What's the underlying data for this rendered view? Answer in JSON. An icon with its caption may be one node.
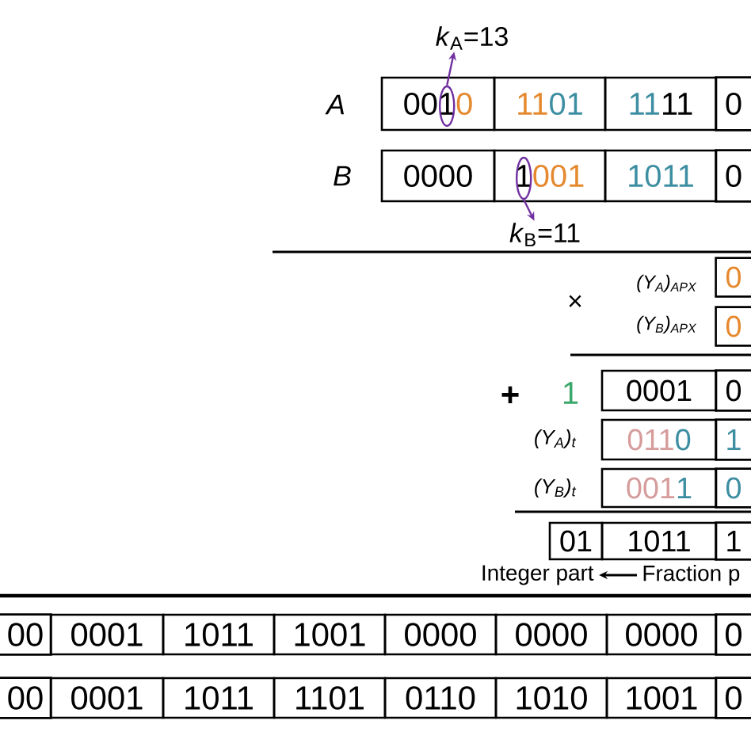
{
  "diagram": {
    "nodes": [
      {
        "text": [
          "*k*$_{A}$=13"
        ]
      },
      {
        "text": [
          "0010"
        ]
      },
      {
        "text": [],
        "shape": "ellipse",
        "in": 1
      },
      {
        "text": [
          "1101"
        ]
      },
      {
        "text": [
          "1111"
        ]
      },
      {
        "text": [
          "0"
        ]
      },
      {
        "text": [
          "0000"
        ]
      },
      {
        "text": [
          "1001"
        ]
      },
      {
        "text": [],
        "shape": "ellipse",
        "in": 7
      },
      {
        "text": [
          "1011"
        ]
      },
      {
        "text": [
          "0"
        ]
      },
      {
        "text": [
          "*k*$_{B}$=11"
        ]
      },
      {
        "text": [
          "0"
        ]
      },
      {
        "text": [
          "0"
        ]
      },
      {
        "text": [
          "0001"
        ]
      },
      {
        "text": [
          "0"
        ]
      },
      {
        "text": [
          "0110"
        ]
      },
      {
        "text": [
          "1"
        ]
      },
      {
        "text": [
          "0011"
        ]
      },
      {
        "text": [
          "0"
        ]
      },
      {
        "text": [
          "01"
        ]
      },
      {
        "text": [
          "1011"
        ]
      },
      {
        "text": [
          "1"
        ]
      },
      {
        "text": [
          "Integer part"
        ]
      },
      {
        "text": [
          "Fraction p"
        ]
      },
      {
        "text": [
          "00"
        ]
      },
      {
        "text": [
          "0001"
        ]
      },
      {
        "text": [
          "1011"
        ]
      },
      {
        "text": [
          "1001"
        ]
      },
      {
        "text": [
          "0000"
        ]
      },
      {
        "text": [
          "0000"
        ]
      },
      {
        "text": [
          "0000"
        ]
      },
      {
        "text": [
          "0"
        ]
      },
      {
        "text": [
          "00"
        ]
      },
      {
        "text": [
          "0001"
        ]
      },
      {
        "text": [
          "1011"
        ]
      },
      {
        "text": [
          "1101"
        ]
      },
      {
        "text": [
          "0110"
        ]
      },
      {
        "text": [
          "1010"
        ]
      },
      {
        "text": [
          "1001"
        ]
      },
      {
        "text": [
          "0"
        ]
      }
    ],
    "edges": [
      {
        "from": 2,
        "to": 0,
        "arrow": "to",
        "color": "#7030a0"
      },
      {
        "from": 8,
        "to": 11,
        "arrow": "to",
        "color": "#7030a0"
      },
      {
        "from": 24,
        "to": 23,
        "arrow": "to",
        "color": "#000000"
      }
    ],
    "labels": [
      "A",
      "B",
      "×",
      "(Y$_{A}$)$_{APX}$",
      "(Y$_{B}$)$_{APX}$",
      "+",
      "1",
      "(Y$_{A}$)$_{t}$",
      "(Y$_{B}$)$_{t}$"
    ]
  }
}
